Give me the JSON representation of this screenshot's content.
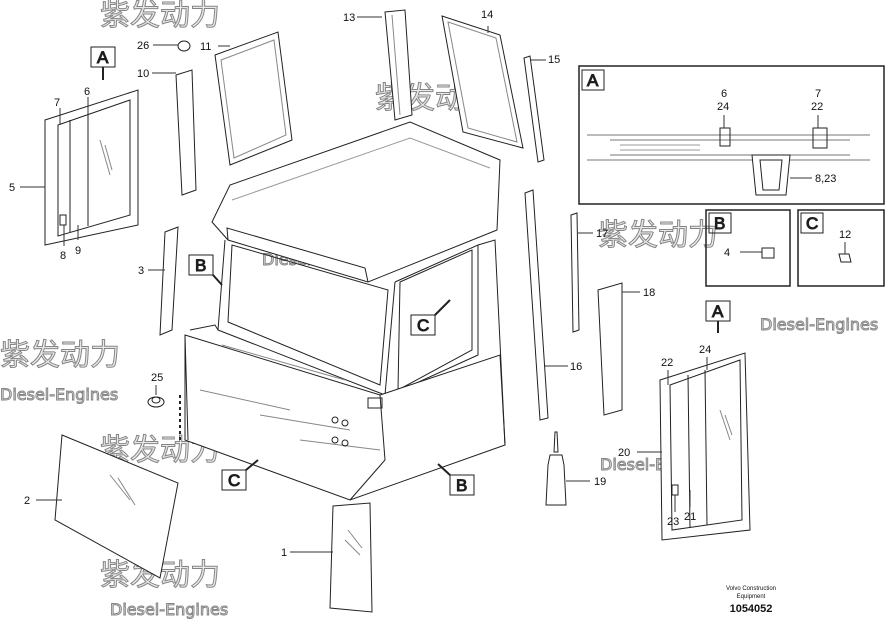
{
  "drawing": {
    "brand_line1": "Volvo Construction",
    "brand_line2": "Equipment",
    "drawing_number": "1054052"
  },
  "watermark": {
    "cn": "紫发动力",
    "en": "Diesel-Engines"
  },
  "detail_boxes": {
    "A": "A",
    "B": "B",
    "C": "C"
  },
  "callouts": {
    "p1": "1",
    "p2": "2",
    "p3": "3",
    "p4": "4",
    "p5": "5",
    "p6": "6",
    "p7": "7",
    "p8": "8",
    "p9": "9",
    "p10": "10",
    "p11": "11",
    "p12": "12",
    "p13": "13",
    "p14": "14",
    "p15": "15",
    "p16": "16",
    "p17": "17",
    "p18": "18",
    "p19": "19",
    "p20": "20",
    "p21": "21",
    "p22": "22",
    "p23": "23",
    "p24": "24",
    "p25": "25",
    "p26": "26",
    "d6": "6",
    "d24": "24",
    "d7": "7",
    "d22": "22",
    "d823": "8,23",
    "l6": "6",
    "l7": "7",
    "l8": "8",
    "l9": "9",
    "r22": "22",
    "r24": "24",
    "r23": "23",
    "r21": "21"
  }
}
